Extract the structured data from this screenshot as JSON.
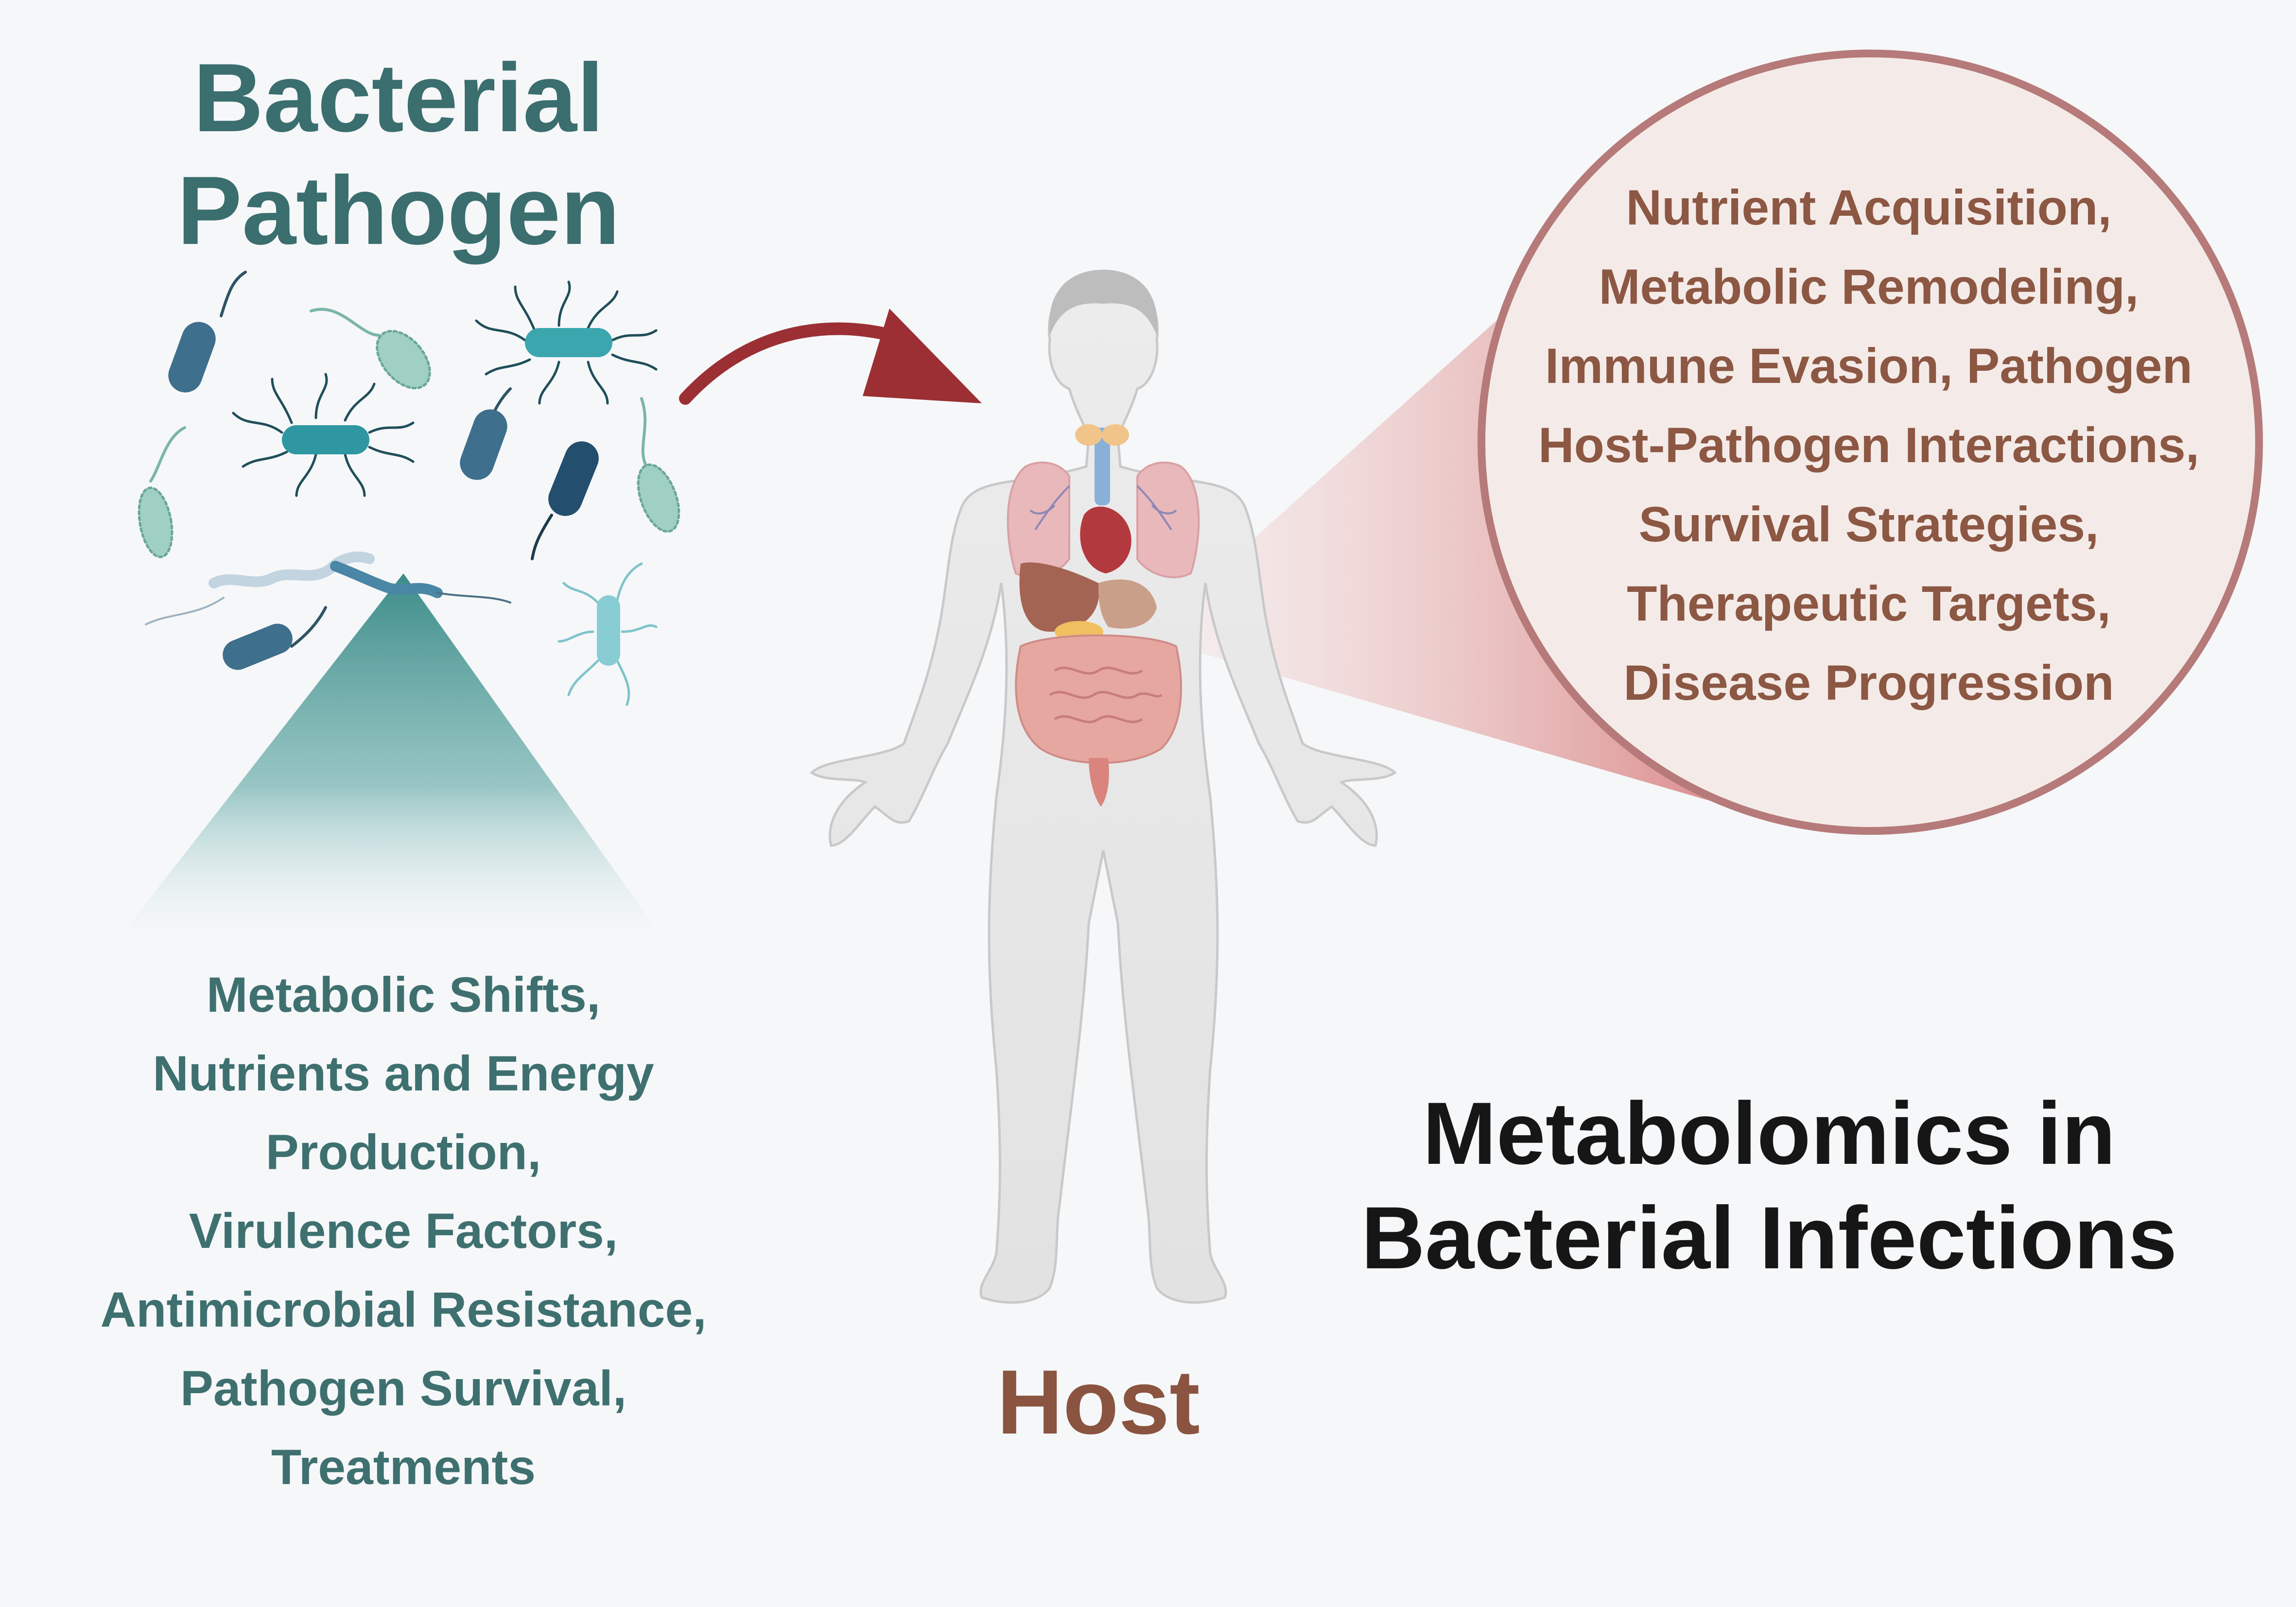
{
  "pathogen": {
    "title_lines": [
      "Bacterial",
      "Pathogen"
    ],
    "features": [
      "Metabolic Shifts,",
      "Nutrients and Energy",
      "Production,",
      "Virulence Factors,",
      "Antimicrobial Resistance,",
      "Pathogen Survival,",
      "Treatments"
    ]
  },
  "host": {
    "label": "Host",
    "features": [
      "Nutrient Acquisition,",
      "Metabolic Remodeling,",
      "Immune Evasion, Pathogen",
      "Host-Pathogen Interactions,",
      "Survival Strategies,",
      "Therapeutic Targets,",
      "Disease Progression"
    ]
  },
  "main_title_lines": [
    "Metabolomics in",
    "Bacterial Infections"
  ],
  "colors": {
    "teal": "#3b6e6e",
    "brown": "#8c5743",
    "arrow": "#9b2f34",
    "circle_border": "#b57a79",
    "circle_fill": "#f4ebe8"
  }
}
